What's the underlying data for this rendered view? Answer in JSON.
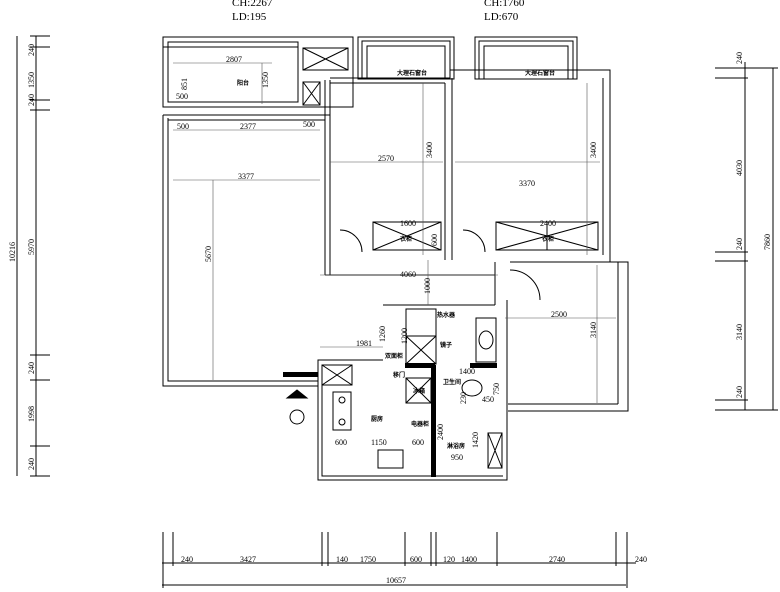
{
  "header": {
    "left_ch": "CH:2267",
    "left_ld": "LD:195",
    "right_ch": "CH:1760",
    "right_ld": "LD:670"
  },
  "rooms": {
    "balcony": "阳台",
    "sill_left": "大理石窗台",
    "sill_right": "大理石窗台",
    "wardrobe_left": "衣柜",
    "wardrobe_right": "衣柜",
    "water_heater": "热水器",
    "mirror": "镜子",
    "double_cabinet": "双面柜",
    "sliding_door": "移门",
    "fridge": "冰箱",
    "kitchen": "厨房",
    "appliance_cabinet": "电器柜",
    "bathroom": "卫生间",
    "shower": "淋浴房"
  },
  "dims_inner": {
    "d2807": "2807",
    "d1350": "1350",
    "d851": "851",
    "d500a": "500",
    "d500b": "500",
    "d2377": "2377",
    "d500c": "500",
    "d3377": "3377",
    "d5670": "5670",
    "d2570": "2570",
    "d3400a": "3400",
    "d3370": "3370",
    "d3400b": "3400",
    "d1600": "1600",
    "d600a": "600",
    "d2400": "2400",
    "d4060": "4060",
    "d1000": "1000",
    "d1260": "1260",
    "d1981": "1981",
    "d1200": "1200",
    "d1400": "1400",
    "d750": "750",
    "d230": "230",
    "d450": "450",
    "d2400b": "2400",
    "d1420": "1420",
    "d950": "950",
    "d600b": "600",
    "d1150": "1150",
    "d600c": "600",
    "d2500": "2500",
    "d3140": "3140"
  },
  "dims_left": [
    "240",
    "240",
    "1350",
    "5970",
    "240",
    "1998",
    "240"
  ],
  "dims_left_total": "10216",
  "dims_right": [
    "240",
    "4030",
    "240",
    "3140",
    "240"
  ],
  "dims_right_total": "7860",
  "dims_bottom": [
    "240",
    "3427",
    "140",
    "1750",
    "600",
    "120",
    "1400",
    "2740",
    "240"
  ],
  "dims_bottom_total": "10657"
}
